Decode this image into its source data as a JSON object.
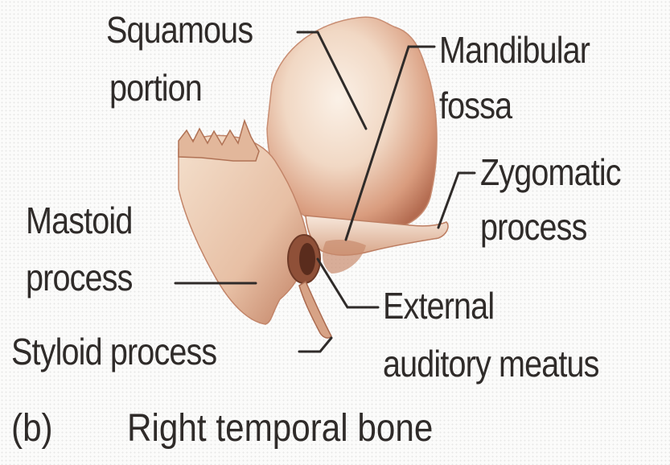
{
  "labels": {
    "squamous_line1": "Squamous",
    "squamous_line2": "portion",
    "mandibular_line1": "Mandibular",
    "mandibular_line2": "fossa",
    "zygomatic_line1": "Zygomatic",
    "zygomatic_line2": "process",
    "mastoid_line1": "Mastoid",
    "mastoid_line2": "process",
    "styloid": "Styloid process",
    "external_line1": "External",
    "external_line2": "auditory meatus"
  },
  "caption": {
    "panel": "(b)",
    "title": "Right temporal bone"
  },
  "colors": {
    "bone_light": "#f6e4d4",
    "bone_mid": "#e6b79b",
    "bone_dark": "#b9775b",
    "leader_line": "#2f2b29"
  }
}
